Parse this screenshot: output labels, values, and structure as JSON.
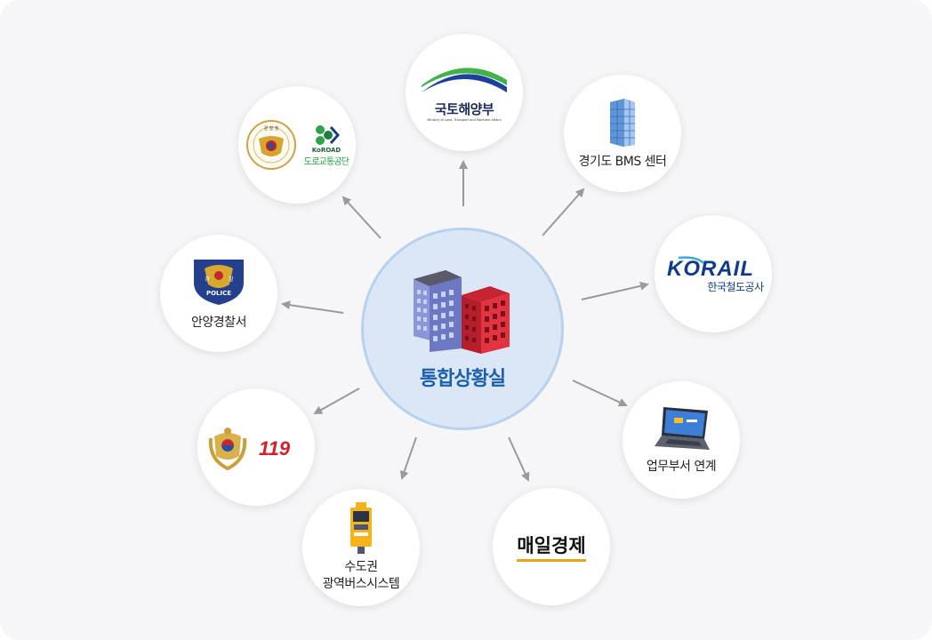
{
  "center": {
    "title": "통합상황실"
  },
  "nodes": {
    "police_koroad": {
      "koroad_brand": "KoROAD",
      "koroad_name": "도로교통공단",
      "seal_text": "경 찰 청"
    },
    "moltm": {
      "name": "국토해양부",
      "english": "Ministry of Land, Transport and Maritime Affairs"
    },
    "gyeonggi_bms": {
      "label": "경기도 BMS 센터"
    },
    "korail": {
      "brand": "KORAIL",
      "name": "한국철도공사"
    },
    "anyang_police": {
      "label": "안양경찰서",
      "badge_left": "경",
      "badge_right": "찰",
      "badge_word": "POLICE"
    },
    "fire": {
      "emblem_text": "119"
    },
    "work_link": {
      "label": "업무부서 연계"
    },
    "metro_bus": {
      "line1": "수도권",
      "line2": "광역버스시스템"
    },
    "maeil": {
      "name": "매일경제"
    }
  },
  "colors": {
    "center_fill": "#dbe7f5",
    "center_ring": "#b6d2ee",
    "center_title": "#1b5fae",
    "arrow": "#9a9a9a",
    "korail_blue": "#103b8c",
    "fire_red": "#d4202c",
    "maeil_underline": "#e8a418"
  }
}
